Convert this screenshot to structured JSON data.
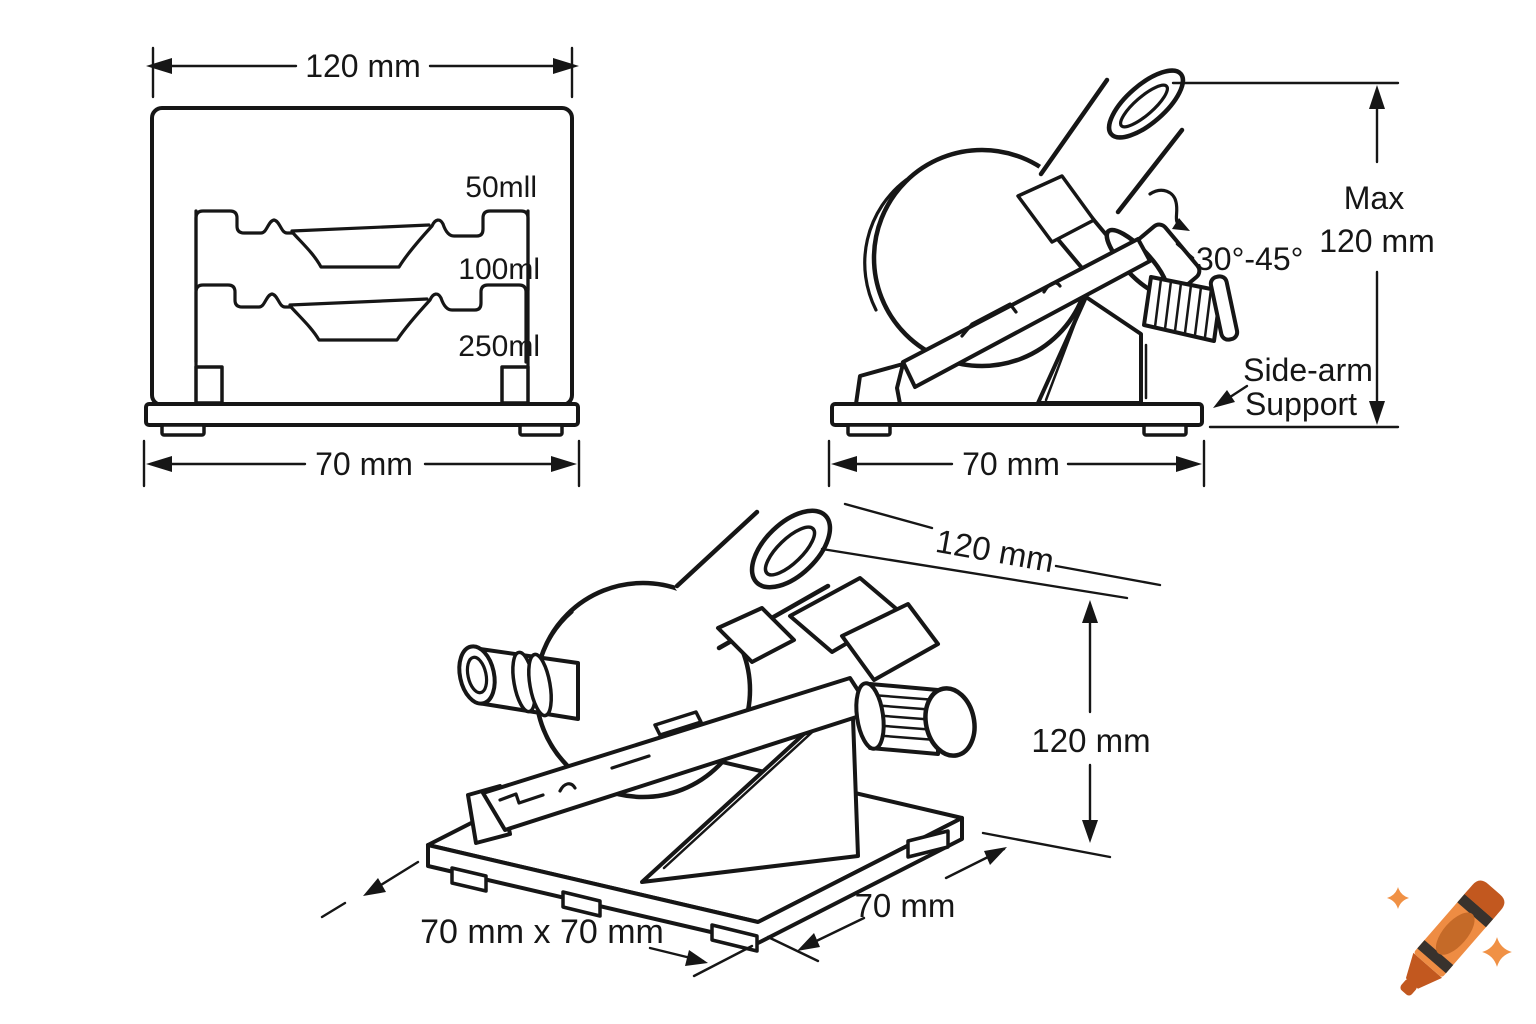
{
  "diagram": {
    "front_view": {
      "width_dim": "120 mm",
      "base_dim": "70 mm",
      "slot_labels": [
        "50mll",
        "100ml",
        "250ml"
      ]
    },
    "side_view": {
      "angle_range": "30°-45°",
      "max_label": "Max",
      "max_value": "120 mm",
      "callout_line1": "Side-arm",
      "callout_line2": "Support",
      "base_dim": "70 mm"
    },
    "iso_view": {
      "depth_dim": "120 mm",
      "height_dim": "120 mm",
      "side_dim": "70 mm",
      "base_dim": "70 mm x 70 mm"
    },
    "colors": {
      "line": "#161616",
      "background": "#ffffff",
      "crayon_body": "#ee8c43",
      "crayon_dark": "#c2581f",
      "crayon_stripe": "#38322d",
      "crayon_oval": "#c56a28",
      "crayon_sparkle": "#f09145"
    }
  }
}
